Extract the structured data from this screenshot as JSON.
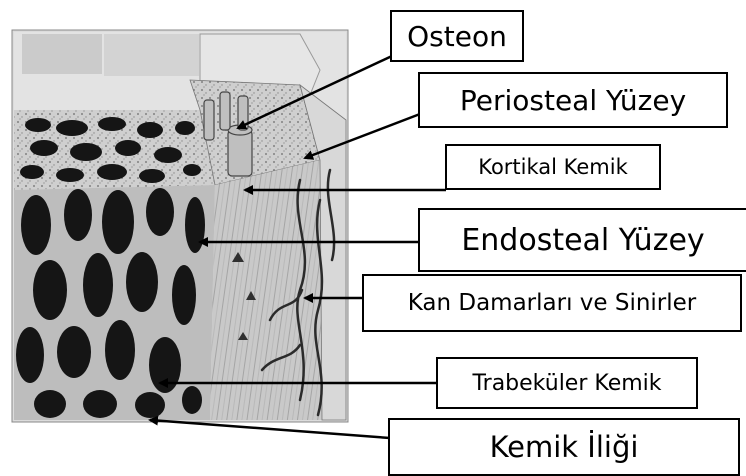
{
  "labels": {
    "osteon": "Osteon",
    "periosteal": "Periosteal Yüzey",
    "kortikal": "Kortikal Kemik",
    "endosteal": "Endosteal Yüzey",
    "kan_damarlari": "Kan Damarları ve Sinirler",
    "trabekuler": "Trabeküler Kemik",
    "kemik_iligi": "Kemik İliği"
  },
  "colors": {
    "label_border": "#000000",
    "label_text": "#000000",
    "arrow": "#000000",
    "illustration_bg": "#d6d6d6",
    "trabecular_void": "#151515"
  }
}
